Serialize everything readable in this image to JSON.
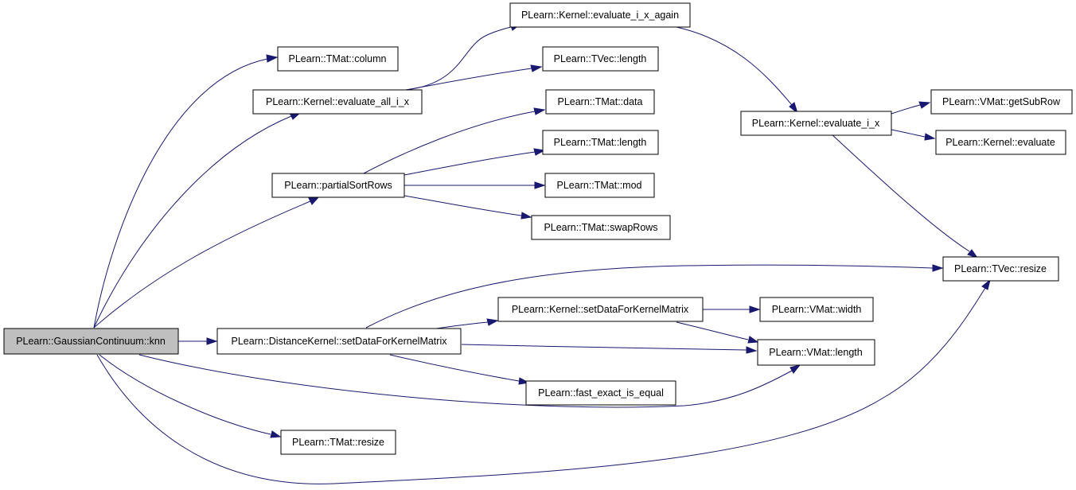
{
  "colors": {
    "node_fill": "#ffffff",
    "root_fill": "#bfbfbf",
    "edge": "#191970",
    "border": "#000000"
  },
  "nodes": {
    "knn": "PLearn::GaussianContinuum::knn",
    "tmat_column": "PLearn::TMat::column",
    "kernel_evaluate_all_i_x": "PLearn::Kernel::evaluate_all_i_x",
    "partial_sort_rows": "PLearn::partialSortRows",
    "distance_kernel_set_data": "PLearn::DistanceKernel::setDataForKernelMatrix",
    "tmat_resize": "PLearn::TMat::resize",
    "kernel_evaluate_i_x_again": "PLearn::Kernel::evaluate_i_x_again",
    "tvec_length": "PLearn::TVec::length",
    "tmat_data": "PLearn::TMat::data",
    "tmat_length": "PLearn::TMat::length",
    "tmat_mod": "PLearn::TMat::mod",
    "tmat_swap_rows": "PLearn::TMat::swapRows",
    "kernel_set_data": "PLearn::Kernel::setDataForKernelMatrix",
    "fast_exact_is_equal": "PLearn::fast_exact_is_equal",
    "kernel_evaluate_i_x": "PLearn::Kernel::evaluate_i_x",
    "vmat_get_sub_row": "PLearn::VMat::getSubRow",
    "kernel_evaluate": "PLearn::Kernel::evaluate",
    "tvec_resize": "PLearn::TVec::resize",
    "vmat_width": "PLearn::VMat::width",
    "vmat_length": "PLearn::VMat::length"
  }
}
